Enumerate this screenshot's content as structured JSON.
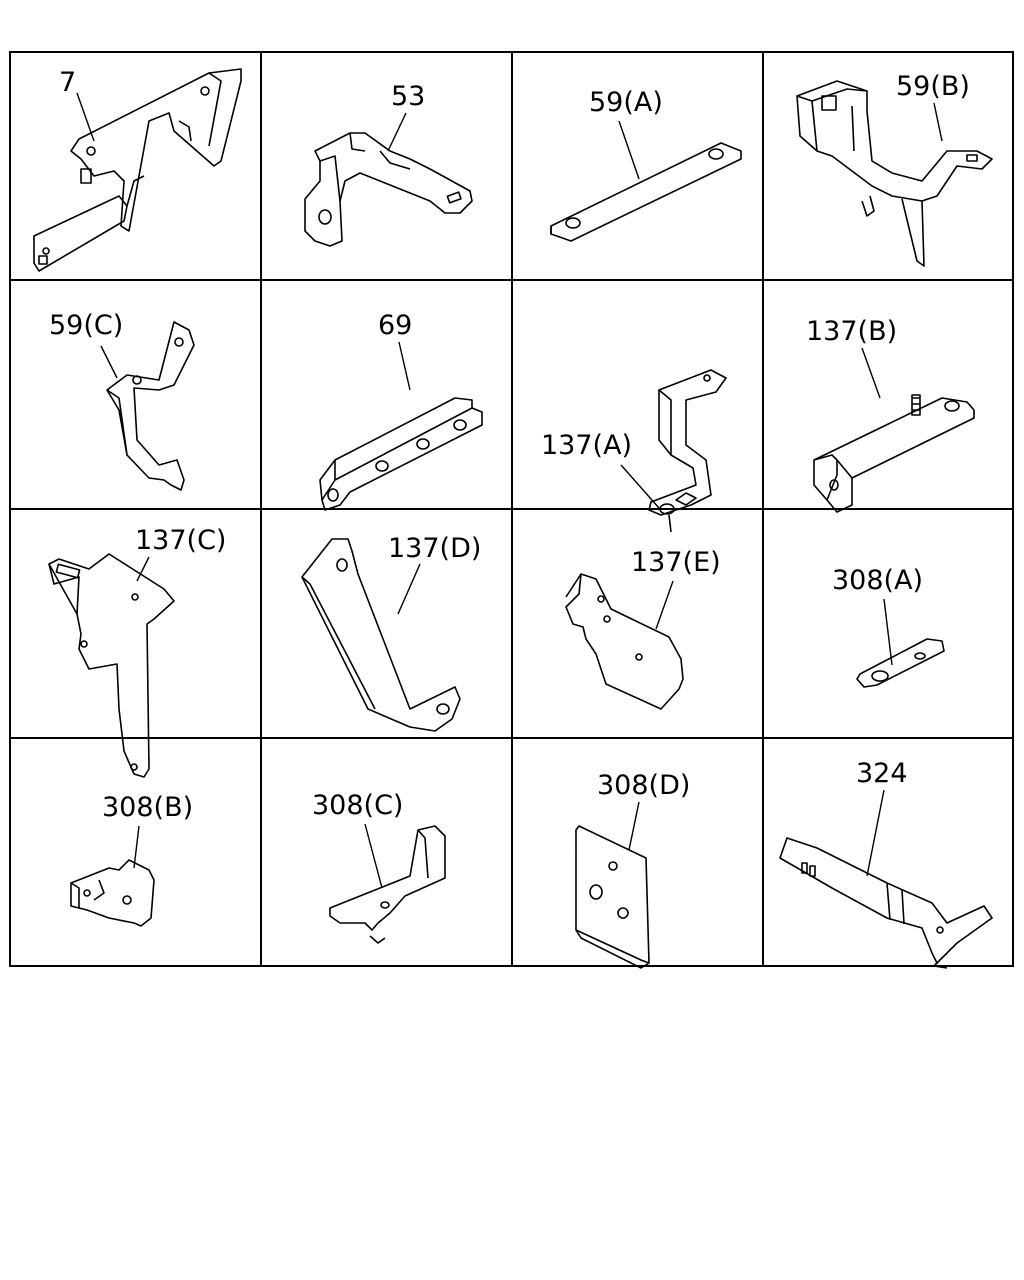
{
  "parts": [
    {
      "label": "7"
    },
    {
      "label": "53"
    },
    {
      "label": "59(A)"
    },
    {
      "label": "59(B)"
    },
    {
      "label": "59(C)"
    },
    {
      "label": "69"
    },
    {
      "label": "137(A)"
    },
    {
      "label": "137(B)"
    },
    {
      "label": "137(C)"
    },
    {
      "label": "137(D)"
    },
    {
      "label": "137(E)"
    },
    {
      "label": "308(A)"
    },
    {
      "label": "308(B)"
    },
    {
      "label": "308(C)"
    },
    {
      "label": "308(D)"
    },
    {
      "label": "324"
    }
  ]
}
